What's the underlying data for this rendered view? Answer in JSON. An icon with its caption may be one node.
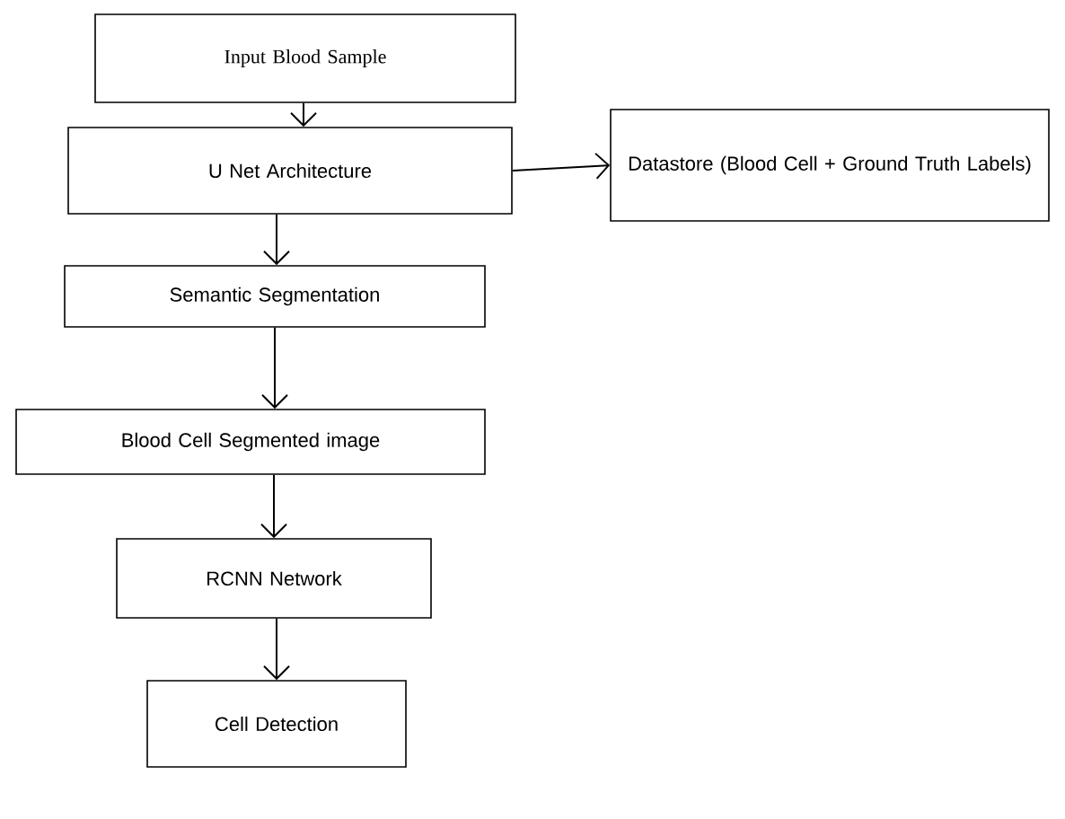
{
  "diagram": {
    "nodes": [
      {
        "text": [
          "Input Blood Sample"
        ]
      },
      {
        "text": [
          "U Net Architecture"
        ]
      },
      {
        "text": [
          "Datastore (Blood Cell + Ground Truth Labels)"
        ]
      },
      {
        "text": [
          "Semantic Segmentation"
        ]
      },
      {
        "text": [
          "Blood Cell Segmented image"
        ]
      },
      {
        "text": [
          "RCNN Network"
        ]
      },
      {
        "text": [
          "Cell Detection"
        ]
      }
    ],
    "edges": [
      {
        "from": 0,
        "to": 1,
        "arrow": "to"
      },
      {
        "from": 1,
        "to": 2,
        "arrow": "to"
      },
      {
        "from": 1,
        "to": 3,
        "arrow": "to"
      },
      {
        "from": 3,
        "to": 4,
        "arrow": "to"
      },
      {
        "from": 4,
        "to": 5,
        "arrow": "to"
      },
      {
        "from": 5,
        "to": 6,
        "arrow": "to"
      }
    ]
  }
}
